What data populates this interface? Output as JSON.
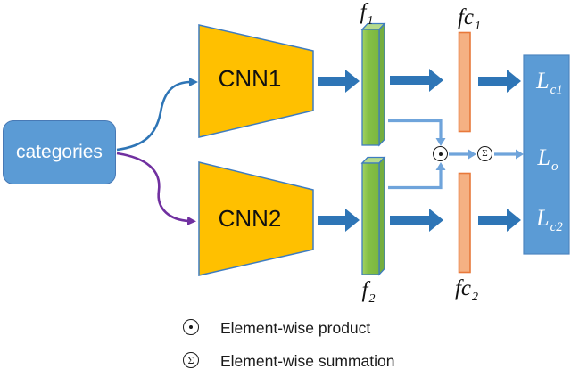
{
  "diagram": {
    "type": "neural-network-architecture",
    "nodes": {
      "categories": {
        "label": "categories"
      },
      "cnn1": {
        "label": "CNN1"
      },
      "cnn2": {
        "label": "CNN2"
      },
      "f1": {
        "base": "f",
        "sub": "1"
      },
      "f2": {
        "base": "f",
        "sub": "2"
      },
      "fc1": {
        "base": "fc",
        "sub": "1"
      },
      "fc2": {
        "base": "fc",
        "sub": "2"
      },
      "loss_c1": {
        "base": "L",
        "sub": "c1"
      },
      "loss_o": {
        "base": "L",
        "sub": "o"
      },
      "loss_c2": {
        "base": "L",
        "sub": "c2"
      }
    },
    "operators": {
      "product_symbol": "⊙",
      "sum_symbol": "Σ"
    },
    "edges": [
      "categories->CNN1",
      "categories->CNN2",
      "CNN1->f1",
      "f1->fc1",
      "fc1->Lc1",
      "CNN2->f2",
      "f2->fc2",
      "fc2->Lc2",
      "f1->product",
      "f2->product",
      "product->sum",
      "sum->Lo"
    ]
  },
  "legend": {
    "items": [
      {
        "symbol": "⊙",
        "label": "Element-wise product"
      },
      {
        "symbol": "Σ",
        "label": "Element-wise summation"
      }
    ]
  },
  "colors": {
    "node_blue": "#5B9BD5",
    "cnn_yellow": "#FFC000",
    "feature_green": "#85C046",
    "fc_orange": "#F5B183",
    "fc_border_orange": "#E8793B",
    "arrow_dark_blue": "#2E75B6",
    "arrow_light_blue": "#6FA4DB",
    "arrow_purple": "#7030A0",
    "shape_border_blue": "#3E7CC0"
  }
}
